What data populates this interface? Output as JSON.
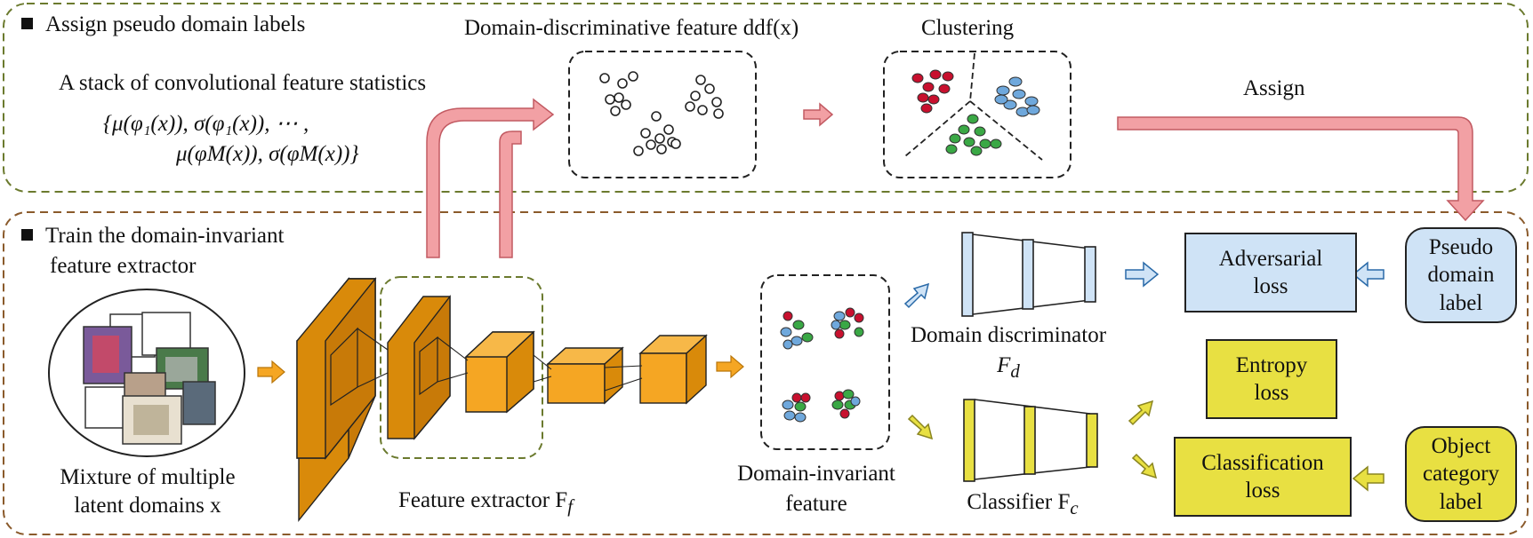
{
  "top_section": {
    "title": "Assign pseudo domain labels",
    "stack_label": "A stack of convolutional  feature statistics",
    "formula_line1": "{μ(φ₁(x)), σ(φ₁(x)), ⋯ ,",
    "formula_line2": "μ(φM(x)), σ(φM(x))}",
    "ddf_label": "Domain-discriminative  feature ddf(x)",
    "clustering_label": "Clustering",
    "assign_label": "Assign"
  },
  "bottom_section": {
    "title_line1": "Train the domain-invariant",
    "title_line2": "feature extractor",
    "mixture_line1": "Mixture of multiple",
    "mixture_line2": "latent domains x",
    "feature_extractor_label": "Feature extractor F",
    "feature_extractor_sub": "f",
    "domain_invariant_line1": "Domain-invariant",
    "domain_invariant_line2": "feature",
    "discriminator_label": "Domain discriminator",
    "discriminator_symbol": "F",
    "discriminator_sub": "d",
    "classifier_label": "Classifier F",
    "classifier_sub": "c",
    "adversarial_loss": "Adversarial loss",
    "entropy_loss": "Entropy loss",
    "classification_loss": "Classification loss",
    "pseudo_domain_label": "Pseudo domain label",
    "object_category_label": "Object category label"
  },
  "colors": {
    "top_border": "#6b7a2e",
    "bottom_border": "#8a5a2b",
    "pink_arrow": "#f2a0a4",
    "orange_cube": "#d98a0a",
    "orange_light": "#f5a623",
    "blue_fill": "#cfe3f6",
    "yellow_fill": "#e8e042",
    "red_dot": "#c8102e",
    "blue_dot": "#6fa8dc",
    "green_dot": "#3aa845"
  }
}
